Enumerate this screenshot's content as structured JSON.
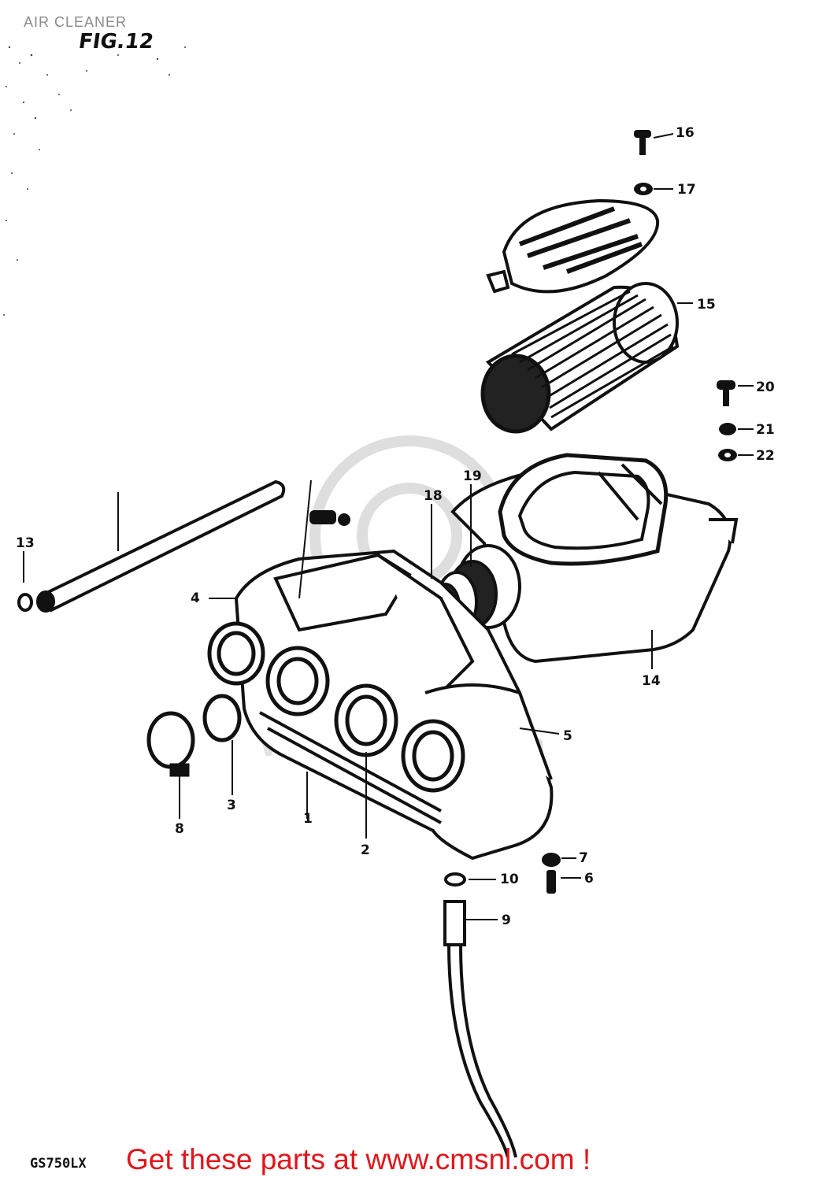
{
  "header": {
    "title": "AIR CLEANER",
    "figure": "FIG.12"
  },
  "diagram": {
    "callouts": [
      {
        "id": "c1",
        "label": "1"
      },
      {
        "id": "c2",
        "label": "2"
      },
      {
        "id": "c3",
        "label": "3"
      },
      {
        "id": "c4",
        "label": "4"
      },
      {
        "id": "c5",
        "label": "5"
      },
      {
        "id": "c6",
        "label": "6"
      },
      {
        "id": "c7",
        "label": "7"
      },
      {
        "id": "c8",
        "label": "8"
      },
      {
        "id": "c9",
        "label": "9"
      },
      {
        "id": "c10",
        "label": "10"
      },
      {
        "id": "c13",
        "label": "13"
      },
      {
        "id": "c14",
        "label": "14"
      },
      {
        "id": "c15",
        "label": "15"
      },
      {
        "id": "c16",
        "label": "16"
      },
      {
        "id": "c17",
        "label": "17"
      },
      {
        "id": "c18",
        "label": "18"
      },
      {
        "id": "c19",
        "label": "19"
      },
      {
        "id": "c20",
        "label": "20"
      },
      {
        "id": "c21",
        "label": "21"
      },
      {
        "id": "c22",
        "label": "22"
      }
    ]
  },
  "footer": {
    "model_code": "GS750LX",
    "promo_text": "Get these parts at www.cmsnl.com !"
  },
  "colors": {
    "ink": "#111111",
    "promo": "#e0161b",
    "watermark": "#d9d9d9"
  }
}
